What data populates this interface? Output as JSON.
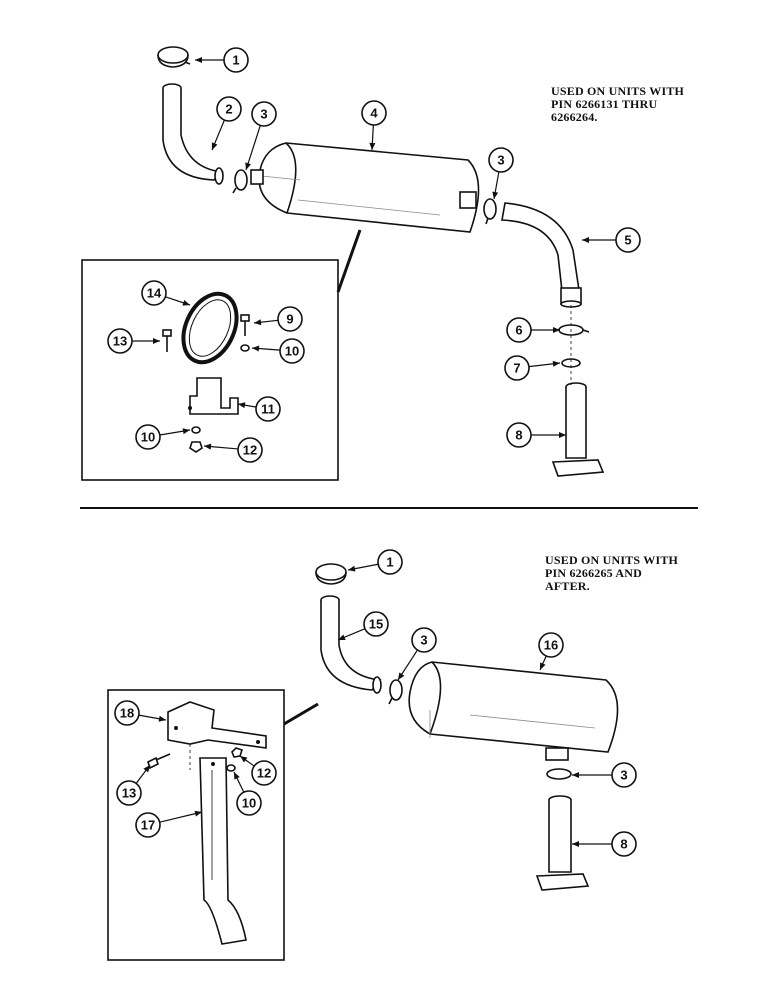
{
  "notes": {
    "top": "USED ON UNITS WITH\nPIN 6266131 THRU\n6266264.",
    "bottom": "USED ON UNITS WITH\nPIN 6266265 AND\nAFTER."
  },
  "callouts": {
    "top": [
      "1",
      "2",
      "3",
      "4",
      "3",
      "5",
      "6",
      "7",
      "8",
      "14",
      "9",
      "13",
      "10",
      "11",
      "10",
      "12"
    ],
    "bottom": [
      "1",
      "15",
      "3",
      "16",
      "18",
      "12",
      "13",
      "10",
      "17",
      "3",
      "8"
    ]
  },
  "colors": {
    "ink": "#111111",
    "paper": "#ffffff"
  }
}
